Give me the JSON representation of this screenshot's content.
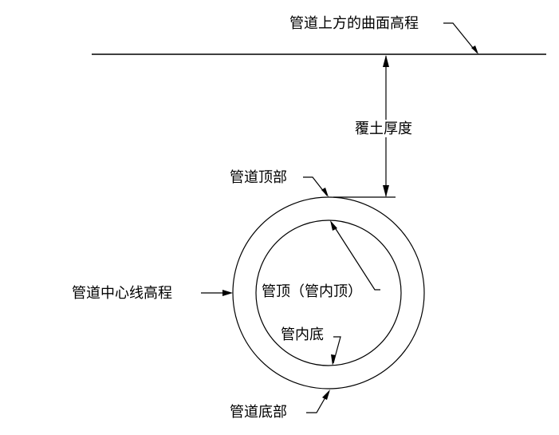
{
  "diagram": {
    "labels": {
      "surface_elevation": "管道上方的曲面高程",
      "cover_depth": "覆土厚度",
      "pipe_top": "管道顶部",
      "pipe_centerline_elevation": "管道中心线高程",
      "inner_top": "管顶（管内顶）",
      "inner_bottom": "管内底",
      "pipe_bottom": "管道底部"
    },
    "colors": {
      "stroke": "#000000",
      "background": "#ffffff"
    }
  }
}
